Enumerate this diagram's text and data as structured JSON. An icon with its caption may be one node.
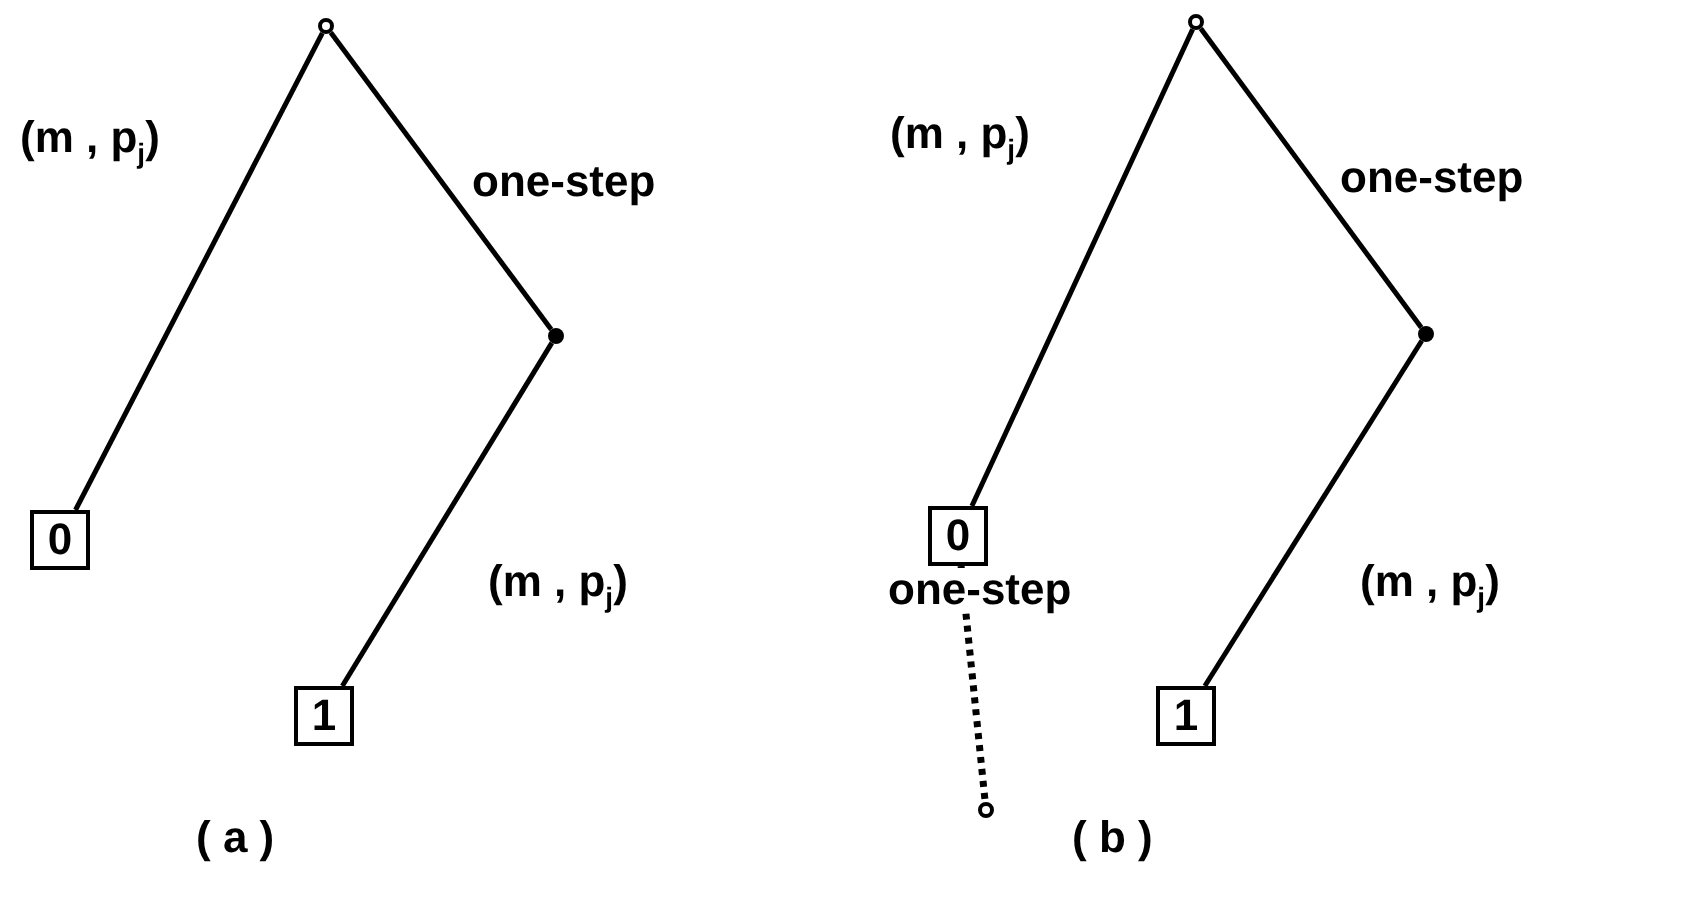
{
  "diagram": {
    "nodes": [
      {
        "text": [],
        "shape": "circle"
      },
      {
        "text": [
          "0"
        ]
      },
      {
        "text": [],
        "shape": "circle"
      },
      {
        "text": [
          "1"
        ]
      },
      {
        "text": [],
        "shape": "circle"
      },
      {
        "text": [
          "0"
        ]
      },
      {
        "text": [],
        "shape": "circle"
      },
      {
        "text": [
          "1"
        ]
      },
      {
        "text": [],
        "shape": "circle"
      }
    ],
    "edges": [
      {
        "from": 0,
        "to": 1,
        "arrow": "none",
        "label": "(m , p$_{j}$)"
      },
      {
        "from": 0,
        "to": 2,
        "arrow": "none",
        "label": "one-step"
      },
      {
        "from": 2,
        "to": 3,
        "arrow": "none",
        "label": "(m , p$_{j}$)"
      },
      {
        "from": 4,
        "to": 5,
        "arrow": "none",
        "label": "(m , p$_{j}$)"
      },
      {
        "from": 4,
        "to": 6,
        "arrow": "none",
        "label": "one-step"
      },
      {
        "from": 6,
        "to": 7,
        "arrow": "none",
        "label": "(m , p$_{j}$)"
      },
      {
        "from": 5,
        "to": 8,
        "arrow": "none",
        "label": "one-step",
        "style": "dashed"
      }
    ],
    "labels": [
      "( a )",
      "( b )"
    ]
  }
}
